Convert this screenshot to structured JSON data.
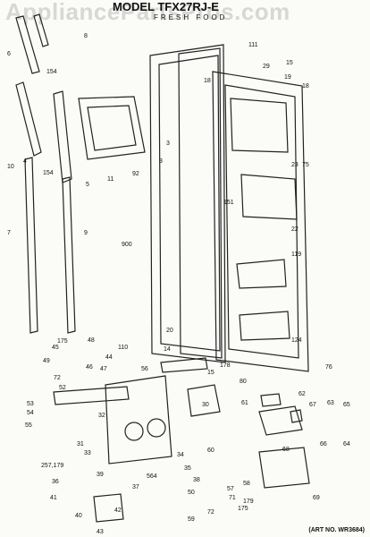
{
  "watermark": "AppliancePartsPros.com",
  "header": {
    "model": "MODEL  TFX27RJ-E",
    "subtitle": "FRESH FOOD"
  },
  "art_no": "(ART NO. WR3684)",
  "callouts": [
    "6",
    "8",
    "154",
    "5",
    "10",
    "4",
    "154",
    "3",
    "7",
    "9",
    "11",
    "92",
    "3",
    "111",
    "29",
    "15",
    "18",
    "19",
    "18",
    "23",
    "75",
    "151",
    "22",
    "900",
    "119",
    "124",
    "20",
    "14",
    "175",
    "45",
    "48",
    "44",
    "110",
    "178",
    "76",
    "49",
    "46",
    "47",
    "56",
    "15",
    "80",
    "72",
    "52",
    "61",
    "62",
    "53",
    "54",
    "32",
    "30",
    "67",
    "63",
    "65",
    "55",
    "33",
    "31",
    "68",
    "66",
    "64",
    "257,179",
    "34",
    "60",
    "35",
    "39",
    "36",
    "564",
    "37",
    "41",
    "43",
    "57",
    "58",
    "71",
    "179",
    "59",
    "72",
    "175",
    "69",
    "38",
    "40",
    "42",
    "50"
  ]
}
